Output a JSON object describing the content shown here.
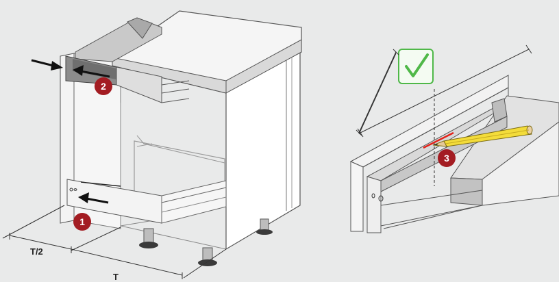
{
  "dimensions": {
    "half_depth_label": "T/2",
    "depth_label": "T"
  },
  "steps": [
    {
      "number": "1"
    },
    {
      "number": "2"
    },
    {
      "number": "3"
    }
  ],
  "colors": {
    "badge": "#a31c22",
    "check_green": "#4fb848",
    "pencil_yellow": "#f3dc3a",
    "mark_red": "#e2231a",
    "background": "#e9eaea"
  },
  "icons": [
    "left-arrow-icon",
    "checkmark-icon",
    "pencil-icon"
  ]
}
